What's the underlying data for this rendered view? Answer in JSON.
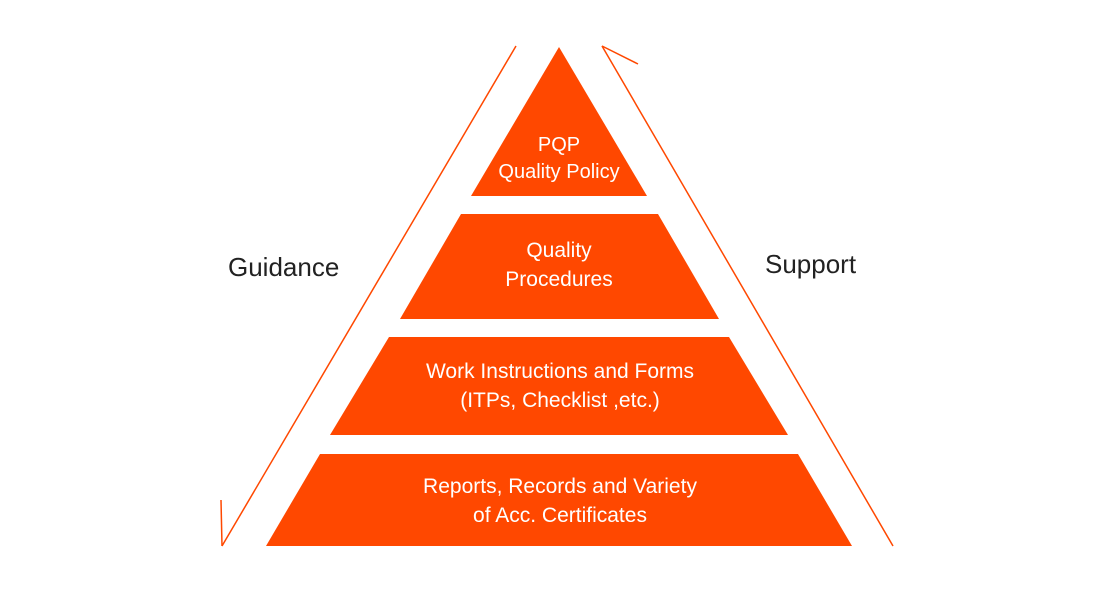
{
  "colors": {
    "accent": "#FF4800",
    "text": "#222222",
    "tier_text": "#FFFFFF"
  },
  "side_labels": {
    "left": "Guidance",
    "right": "Support"
  },
  "tiers": [
    {
      "line1": "PQP",
      "line2": "Quality Policy"
    },
    {
      "line1": "Quality",
      "line2": "Procedures"
    },
    {
      "line1": "Work Instructions and Forms",
      "line2": "(ITPs, Checklist ,etc.)"
    },
    {
      "line1": "Reports, Records and Variety",
      "line2": "of Acc. Certificates"
    }
  ]
}
